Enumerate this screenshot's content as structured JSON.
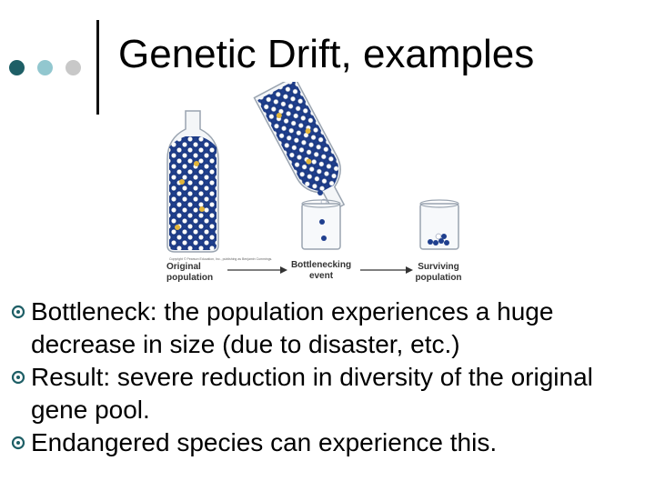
{
  "slide": {
    "title": "Genetic Drift, examples",
    "accent_colors": {
      "dark": "#1e5f66",
      "light": "#92c7cf",
      "grey": "#c8c8c8"
    }
  },
  "figure": {
    "labels": {
      "original": [
        "Original",
        "population"
      ],
      "bottleneck": [
        "Bottlenecking",
        "event"
      ],
      "surviving": [
        "Surviving",
        "population"
      ]
    },
    "copyright": "Copyright © Pearson Education, Inc., publishing as Benjamin Cummings.",
    "bead_colors": {
      "blue": "#1f3f8e",
      "white": "#ffffff",
      "gold": "#e2b53a"
    }
  },
  "bullets": [
    "Bottleneck:  the population experiences a huge decrease in size (due to disaster, etc.)",
    "Result:  severe reduction in diversity of the original gene pool.",
    "Endangered species can experience this."
  ]
}
